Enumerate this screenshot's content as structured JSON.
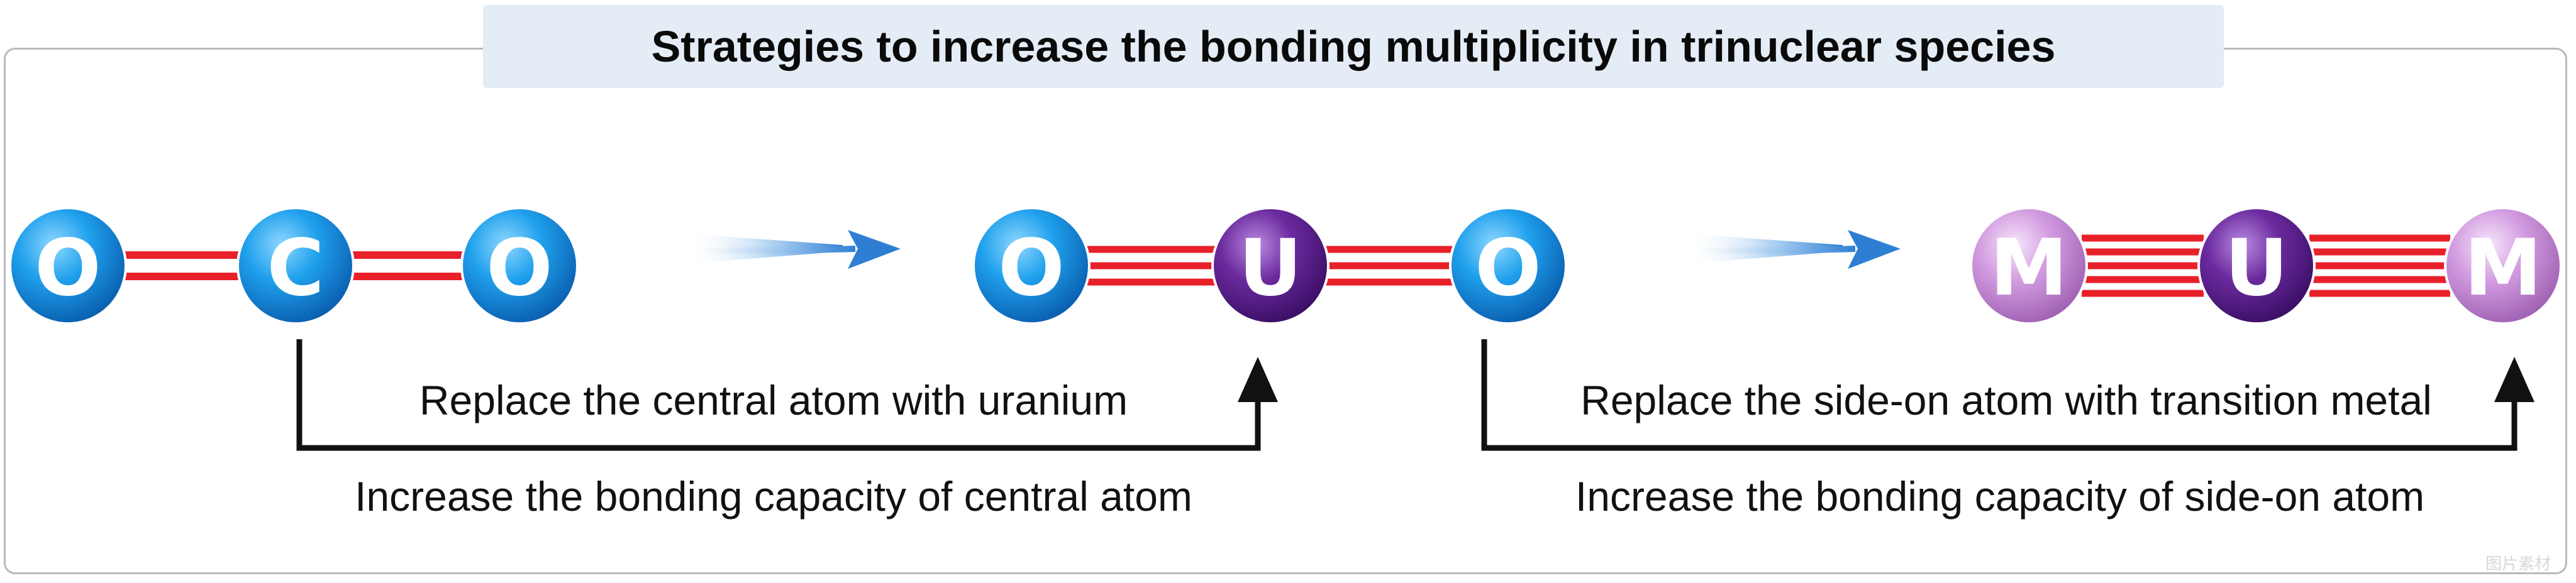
{
  "title": "Strategies to increase the bonding multiplicity in trinuclear species",
  "colors": {
    "bond": "#e8202a",
    "oxygen_carbon": "#1897e6",
    "uranium": "#6b2a9e",
    "metal": "#c98fd8",
    "arrow": "#2e7fd4",
    "frame": "#b9b9b9",
    "title_bg": "#e4ecf5"
  },
  "molecules": [
    {
      "atoms": [
        {
          "label": "O",
          "type": "oxygen_carbon"
        },
        {
          "label": "C",
          "type": "oxygen_carbon"
        },
        {
          "label": "O",
          "type": "oxygen_carbon"
        }
      ],
      "bond_order": 2
    },
    {
      "atoms": [
        {
          "label": "O",
          "type": "oxygen_carbon"
        },
        {
          "label": "U",
          "type": "uranium"
        },
        {
          "label": "O",
          "type": "oxygen_carbon"
        }
      ],
      "bond_order": 3
    },
    {
      "atoms": [
        {
          "label": "M",
          "type": "metal"
        },
        {
          "label": "U",
          "type": "uranium"
        },
        {
          "label": "M",
          "type": "metal"
        }
      ],
      "bond_order": 5
    }
  ],
  "steps": [
    {
      "label_top": "Replace the central atom with uranium",
      "label_bottom": "Increase the bonding capacity of central atom"
    },
    {
      "label_top": "Replace the side-on atom with transition metal",
      "label_bottom": "Increase the bonding capacity of side-on atom"
    }
  ],
  "watermark": "图片素材"
}
